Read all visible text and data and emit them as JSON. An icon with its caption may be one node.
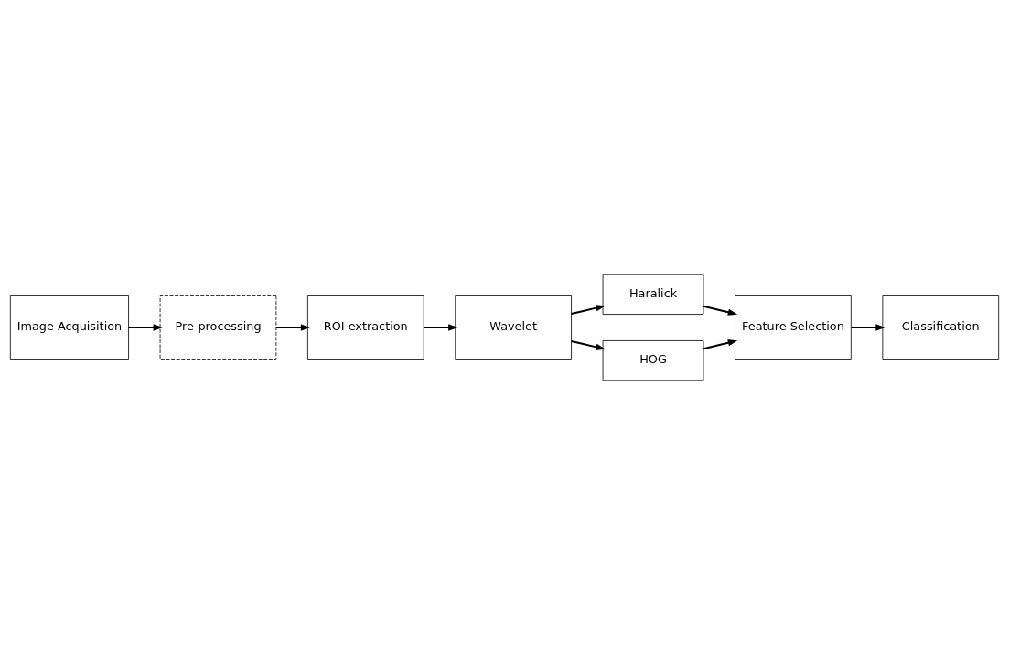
{
  "diagram": {
    "nodes": [
      {
        "text": [
          "Image Acquisition"
        ]
      },
      {
        "text": [
          "Pre-processing"
        ]
      },
      {
        "text": [
          "ROI extraction"
        ]
      },
      {
        "text": [
          "Wavelet"
        ]
      },
      {
        "text": [
          "Haralick"
        ]
      },
      {
        "text": [
          "HOG"
        ]
      },
      {
        "text": [
          "Feature Selection"
        ]
      },
      {
        "text": [
          "Classification"
        ]
      }
    ],
    "edges": [
      {
        "from": 0,
        "to": 1,
        "arrow": "to"
      },
      {
        "from": 1,
        "to": 2,
        "arrow": "to"
      },
      {
        "from": 2,
        "to": 3,
        "arrow": "to"
      },
      {
        "from": 3,
        "to": 4,
        "arrow": "to"
      },
      {
        "from": 3,
        "to": 5,
        "arrow": "to"
      },
      {
        "from": 4,
        "to": 6,
        "arrow": "to"
      },
      {
        "from": 5,
        "to": 6,
        "arrow": "to"
      },
      {
        "from": 6,
        "to": 7,
        "arrow": "to"
      }
    ]
  }
}
